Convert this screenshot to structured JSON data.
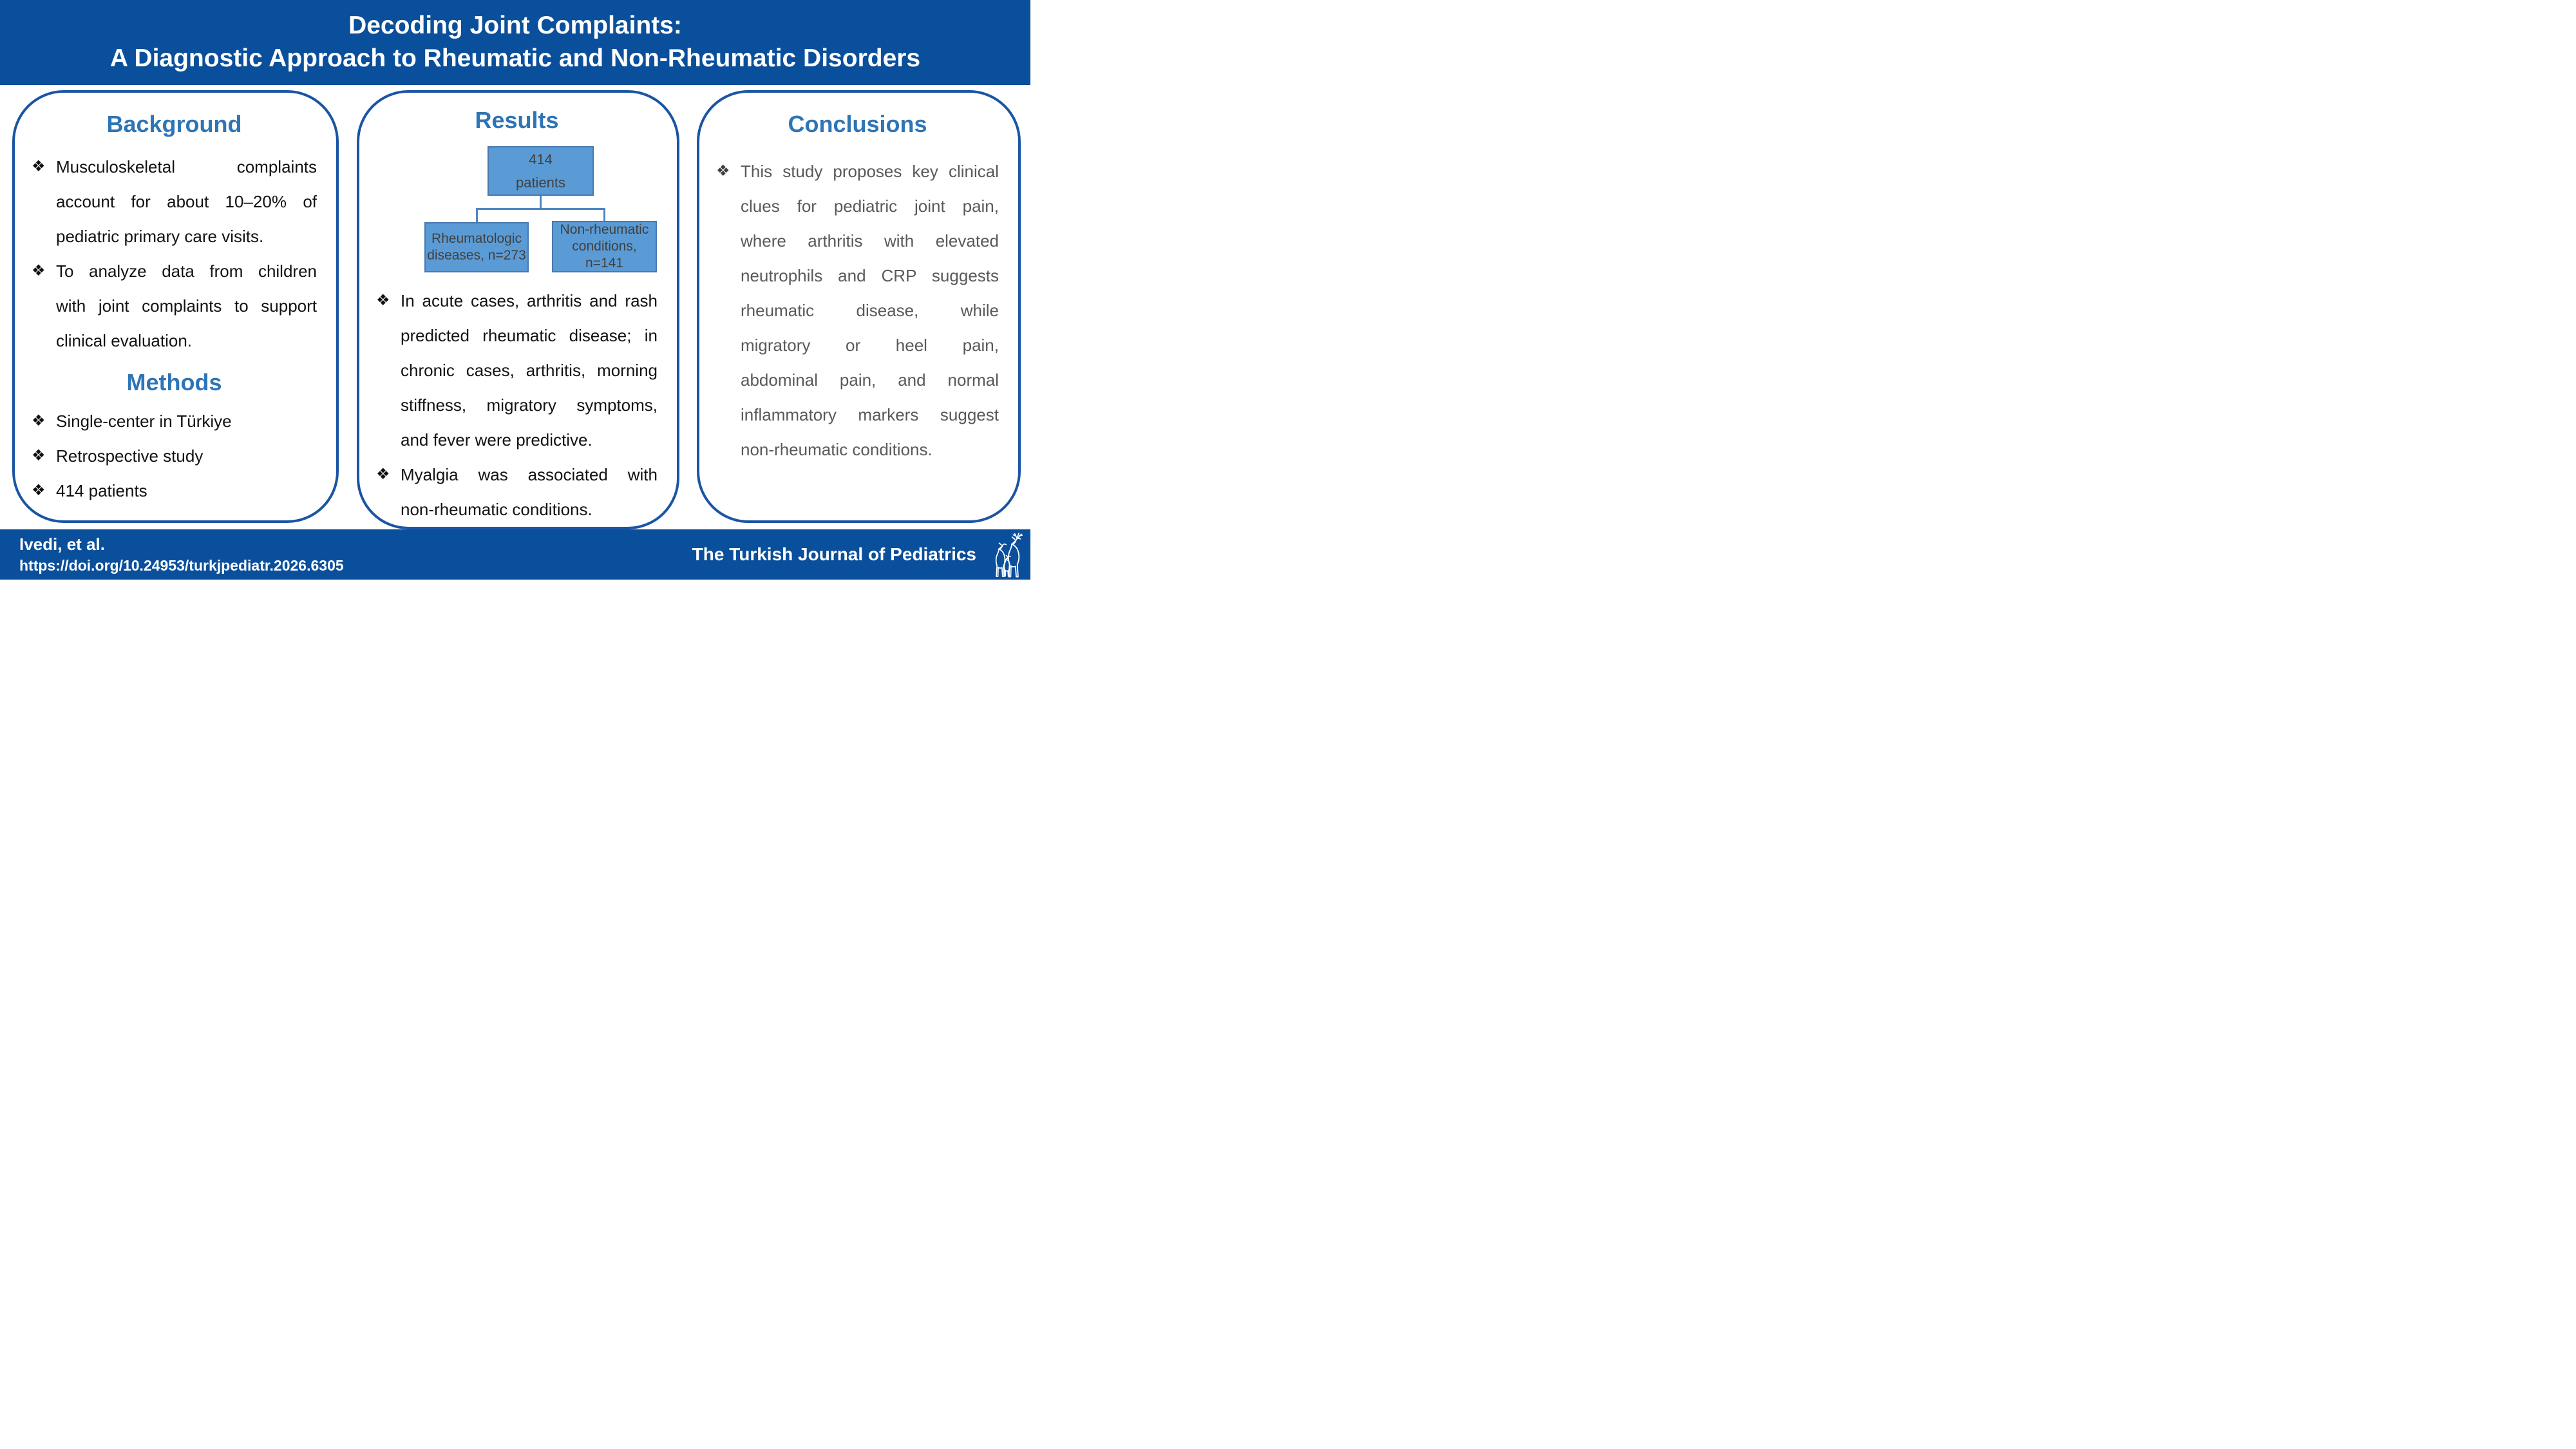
{
  "ui": {
    "bullet_char": "❖"
  },
  "header": {
    "title_line1": "Decoding Joint Complaints:",
    "title_line2": "A Diagnostic Approach to Rheumatic and Non-Rheumatic Disorders"
  },
  "background": {
    "title": "Background",
    "bullets": [
      [
        "Musculoskeletal complaints",
        "account for about 10–20% of",
        "pediatric primary care visits."
      ],
      [
        "To analyze data from children",
        "with joint complaints to support",
        "clinical evaluation."
      ]
    ],
    "methods_title": "Methods",
    "methods_bullets": [
      [
        "Single-center in Türkiye"
      ],
      [
        "Retrospective study"
      ],
      [
        "414 patients"
      ]
    ]
  },
  "results": {
    "title": "Results",
    "flowchart": {
      "root": [
        "414",
        "patients"
      ],
      "child_left": [
        "Rheumatologic",
        "diseases, n=273"
      ],
      "child_right": [
        "Non-rheumatic",
        "conditions,",
        "n=141"
      ]
    },
    "bullets": [
      [
        "In acute cases, arthritis and rash",
        "predicted rheumatic disease; in",
        "chronic cases, arthritis, morning",
        "stiffness, migratory symptoms,",
        "and fever were predictive."
      ],
      [
        "Myalgia was associated with",
        "non-rheumatic conditions."
      ]
    ]
  },
  "conclusions": {
    "title": "Conclusions",
    "bullets": [
      [
        "This study proposes key clinical",
        "clues for pediatric joint pain,",
        "where arthritis with elevated",
        "neutrophils and CRP suggests",
        "rheumatic disease, while",
        "migratory or heel pain,",
        "abdominal pain, and normal",
        "inflammatory markers suggest",
        "non-rheumatic conditions."
      ]
    ]
  },
  "footer": {
    "authors": "Ivedi, et al.",
    "doi": "https://doi.org/10.24953/turkjpediatr.2026.6305",
    "journal": "The Turkish Journal of Pediatrics",
    "logo": "deer-family-logo"
  },
  "colors": {
    "banner_blue": "#0a4f9b",
    "card_border_blue": "#1a55a4",
    "heading_blue": "#2e75b6",
    "flow_box_fill": "#5b9bd5",
    "flow_box_border": "#4679ae",
    "flow_box_text": "#404040",
    "connector_blue": "#4e87c0",
    "body_text": "#121212",
    "conclusions_text": "#595959",
    "banner_text": "#ffffff"
  }
}
